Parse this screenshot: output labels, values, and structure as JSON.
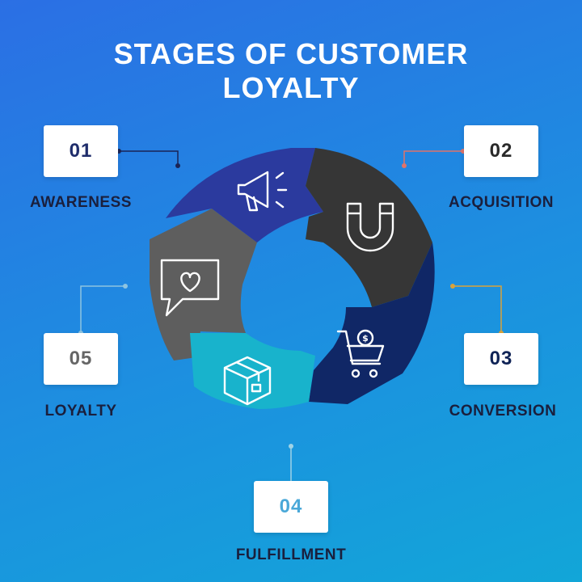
{
  "title": {
    "line1": "STAGES OF CUSTOMER",
    "line2": "LOYALTY"
  },
  "stages": [
    {
      "number": "01",
      "label": "AWARENESS",
      "icon": "megaphone-icon",
      "segment_color": "#2b3a9e",
      "number_color": "#1f2d6b",
      "connector_color": "#1a2456"
    },
    {
      "number": "02",
      "label": "ACQUISITION",
      "icon": "magnet-icon",
      "segment_color": "#363636",
      "number_color": "#2a2a2a",
      "connector_color": "#e0736a"
    },
    {
      "number": "03",
      "label": "CONVERSION",
      "icon": "shopping-cart-icon",
      "segment_color": "#102766",
      "number_color": "#0f2356",
      "connector_color": "#d9a23a"
    },
    {
      "number": "04",
      "label": "FULFILLMENT",
      "icon": "package-icon",
      "segment_color": "#18b3cc",
      "number_color": "#4aa8d8",
      "connector_color": "#9fd3e6"
    },
    {
      "number": "05",
      "label": "LOYALTY",
      "icon": "chat-heart-icon",
      "segment_color": "#5e5e5e",
      "number_color": "#666666",
      "connector_color": "#8ec4e0"
    }
  ]
}
